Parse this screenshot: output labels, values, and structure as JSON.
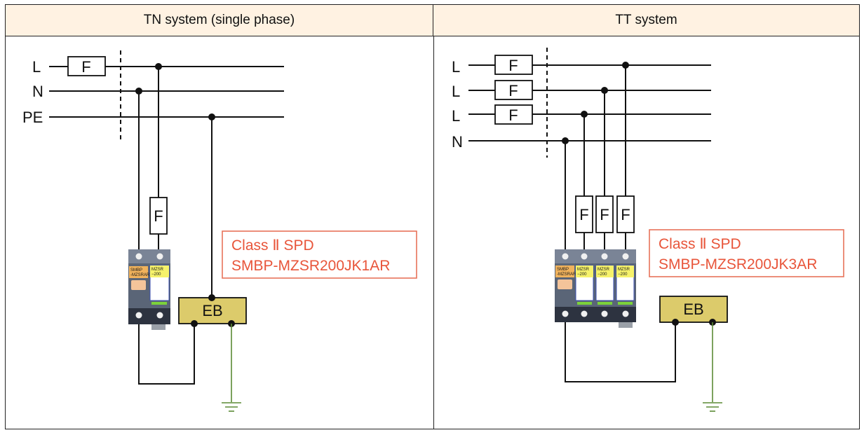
{
  "headers": {
    "left": "TN system (single phase)",
    "right": "TT system"
  },
  "left": {
    "lines": [
      "L",
      "N",
      "PE"
    ],
    "fuse": "F",
    "spd_fuse": "F",
    "eb": "EB",
    "callout_line1": "Class Ⅱ SPD",
    "callout_line2": "SMBP-MZSR200JK1AR",
    "module_left_l1": "SMBP",
    "module_left_l2": "-MZSRAR",
    "module_right_l1": "MZSR",
    "module_right_l2": "−200"
  },
  "right": {
    "lines": [
      "L",
      "L",
      "L",
      "N"
    ],
    "fuse": "F",
    "spd_fuse": "F",
    "eb": "EB",
    "callout_line1": "Class Ⅱ SPD",
    "callout_line2": "SMBP-MZSR200JK3AR",
    "module_left_l1": "SMBP",
    "module_left_l2": "-MZSRAR",
    "module_right_l1": "MZSR",
    "module_right_l2": "−200"
  },
  "colors": {
    "header_bg": "#fff2e2",
    "callout_border": "#e8735a",
    "callout_text": "#e8553a",
    "eb_fill": "#dccb6b",
    "ground_wire": "#5b8a35",
    "spd_body": "#5a6577"
  }
}
